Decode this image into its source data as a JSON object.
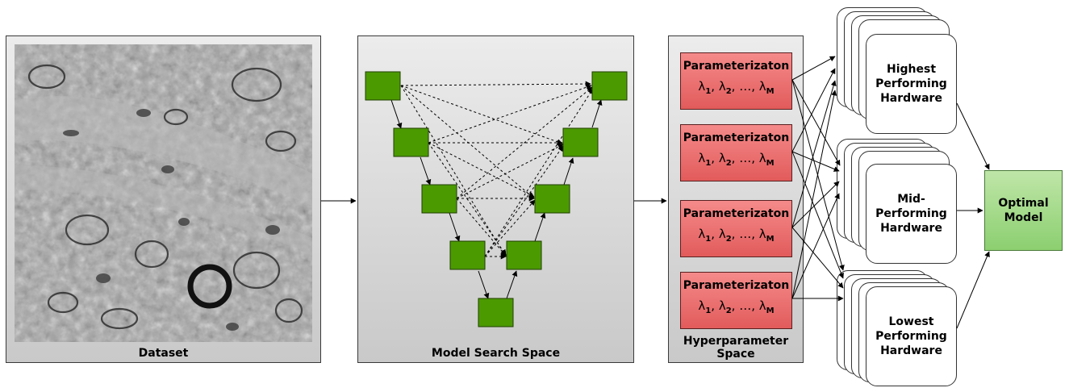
{
  "dataset": {
    "caption": "Dataset"
  },
  "search_space": {
    "caption": "Model Search Space"
  },
  "hyperparameter_space": {
    "caption": "Hyperparameter\nSpace",
    "items": [
      {
        "title": "Parameterizaton",
        "formula": "λ1, λ2, …, λM"
      },
      {
        "title": "Parameterizaton",
        "formula": "λ1, λ2, …, λM"
      },
      {
        "title": "Parameterizaton",
        "formula": "λ1, λ2, …, λM"
      },
      {
        "title": "Parameterizaton",
        "formula": "λ1, λ2, …, λM"
      }
    ]
  },
  "hardware": [
    {
      "label": "Highest\nPerforming\nHardware"
    },
    {
      "label": "Mid-\nPerforming\nHardware"
    },
    {
      "label": "Lowest\nPerforming\nHardware"
    }
  ],
  "result": {
    "label": "Optimal\nModel"
  },
  "colors": {
    "node_green": "#4b9a00",
    "param_red": "#e86a6a",
    "result_green": "#a6dc8c"
  }
}
